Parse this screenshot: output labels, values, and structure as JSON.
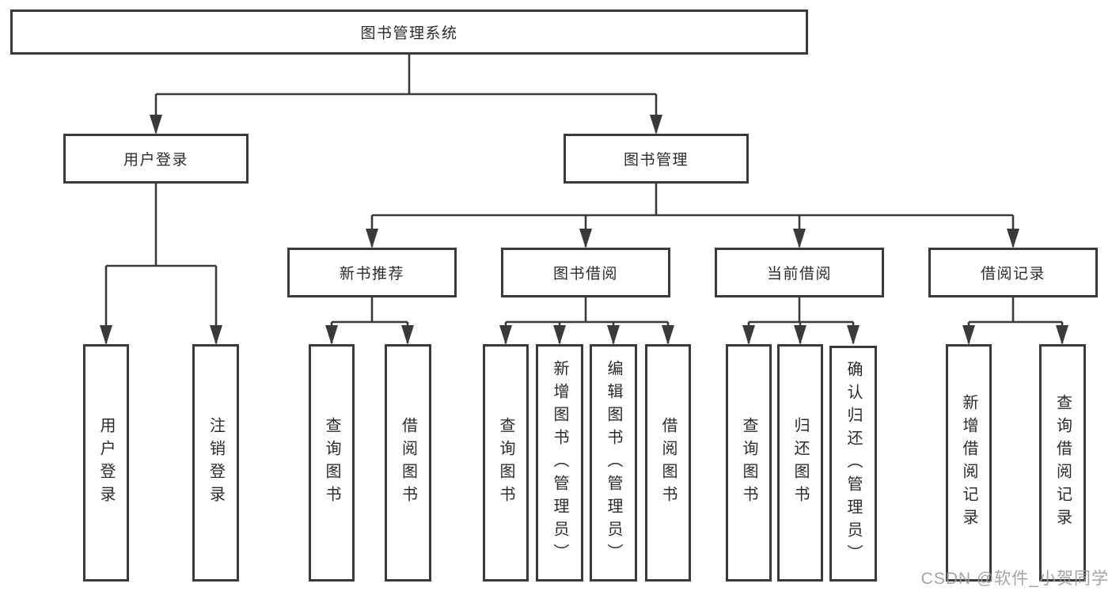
{
  "tree": {
    "root": "图书管理系统",
    "branches": [
      {
        "label": "用户登录",
        "children": [
          "用户登录",
          "注销登录"
        ]
      },
      {
        "label": "图书管理",
        "children": [
          {
            "label": "新书推荐",
            "children": [
              "查询图书",
              "借阅图书"
            ]
          },
          {
            "label": "图书借阅",
            "children": [
              "查询图书",
              "新增图书（管理员）",
              "编辑图书（管理员）",
              "借阅图书"
            ]
          },
          {
            "label": "当前借阅",
            "children": [
              "查询图书",
              "归还图书",
              "确认归还（管理员）"
            ]
          },
          {
            "label": "借阅记录",
            "children": [
              "新增借阅记录",
              "查询借阅记录"
            ]
          }
        ]
      }
    ]
  },
  "watermark": "CSDN @软件_小贺同学",
  "colors": {
    "line": "#3a3a3a",
    "text": "#2b2b2b",
    "box_background": "#ffffff",
    "watermark": "#9a9a9a"
  }
}
